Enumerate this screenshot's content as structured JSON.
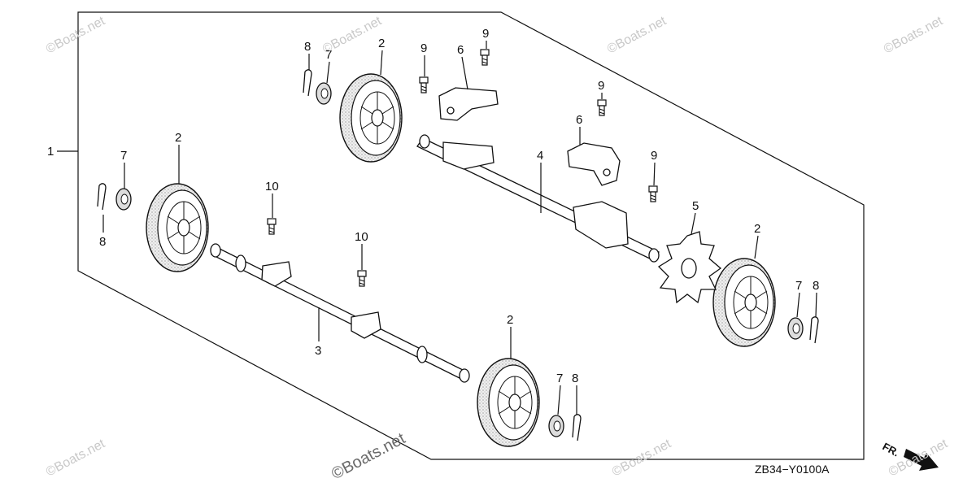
{
  "diagram": {
    "callouts": {
      "c1": "1",
      "c2": "2",
      "c3": "3",
      "c4": "4",
      "c5": "5",
      "c6": "6",
      "c7": "7",
      "c8": "8",
      "c9": "9",
      "c10": "10"
    },
    "code": "ZB34−Y0100A",
    "direction_label": "FR."
  },
  "watermark": {
    "text": "©Boats.net"
  }
}
